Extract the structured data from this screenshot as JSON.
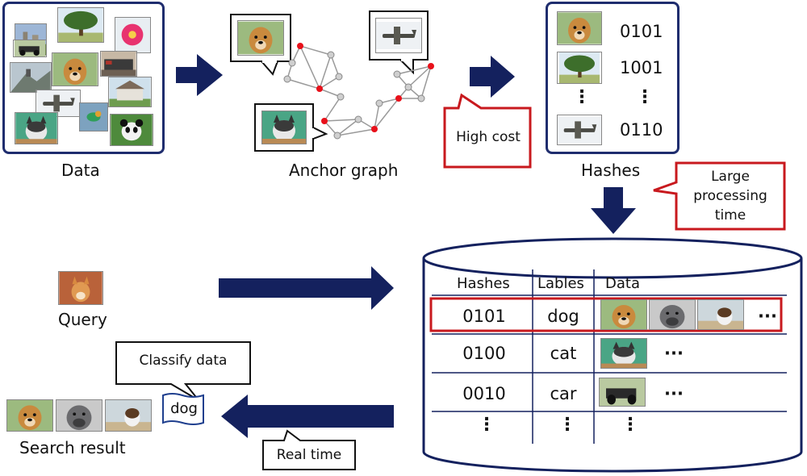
{
  "colors": {
    "navy": "#14215e",
    "red": "#c8191e",
    "node_red": "#e8101a",
    "node_gray": "#cfcfcf"
  },
  "labels": {
    "data": "Data",
    "anchor_graph": "Anchor graph",
    "hashes": "Hashes",
    "query": "Query",
    "search_result": "Search result"
  },
  "callouts": {
    "high_cost": "High cost",
    "large_time": [
      "Large",
      "processing",
      "time"
    ],
    "classify": "Classify data",
    "real_time": "Real time",
    "dog_tag": "dog"
  },
  "hash_list": [
    {
      "code": "0101",
      "image": "dog-photo"
    },
    {
      "code": "1001",
      "image": "tree-photo"
    },
    {
      "code": "0110",
      "image": "airplane-photo"
    }
  ],
  "table": {
    "headers": [
      "Hashes",
      "Lables",
      "Data"
    ],
    "rows": [
      {
        "hash": "0101",
        "label": "dog",
        "images": [
          "dog-photo",
          "gray-dog-photo",
          "spaniel-photo"
        ],
        "more": "···",
        "highlighted": true
      },
      {
        "hash": "0100",
        "label": "cat",
        "images": [
          "cat-photo"
        ],
        "more": "···",
        "highlighted": false
      },
      {
        "hash": "0010",
        "label": "car",
        "images": [
          "car-photo"
        ],
        "more": "···",
        "highlighted": false
      }
    ],
    "ellipsis": "⋮"
  },
  "icons": [
    "right-arrow-icon",
    "down-arrow-icon",
    "left-arrow-icon"
  ]
}
